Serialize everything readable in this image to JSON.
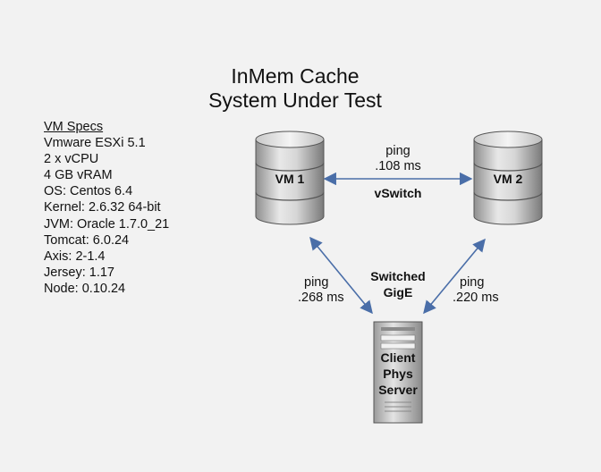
{
  "title": {
    "line1": "InMem Cache",
    "line2": "System Under Test"
  },
  "specs": {
    "header": "VM Specs",
    "lines": [
      "Vmware ESXi 5.1",
      "2 x vCPU",
      "4 GB vRAM",
      "OS: Centos 6.4",
      "Kernel: 2.6.32 64-bit",
      "JVM: Oracle 1.7.0_21",
      "Tomcat: 6.0.24",
      "Axis: 2-1.4",
      "Jersey: 1.17",
      "Node:  0.10.24"
    ]
  },
  "nodes": {
    "vm1": "VM 1",
    "vm2": "VM 2",
    "client": {
      "line1": "Client",
      "line2": "Phys",
      "line3": "Server"
    }
  },
  "links": {
    "vswitch": {
      "label": "vSwitch",
      "ping_label": "ping",
      "ping_value": ".108 ms"
    },
    "gige": {
      "line1": "Switched",
      "line2": "GigE"
    },
    "vm1_client": {
      "ping_label": "ping",
      "ping_value": ".268 ms"
    },
    "vm2_client": {
      "ping_label": "ping",
      "ping_value": ".220 ms"
    }
  },
  "colors": {
    "arrow": "#4a6ea8",
    "background": "#f2f2f2"
  }
}
